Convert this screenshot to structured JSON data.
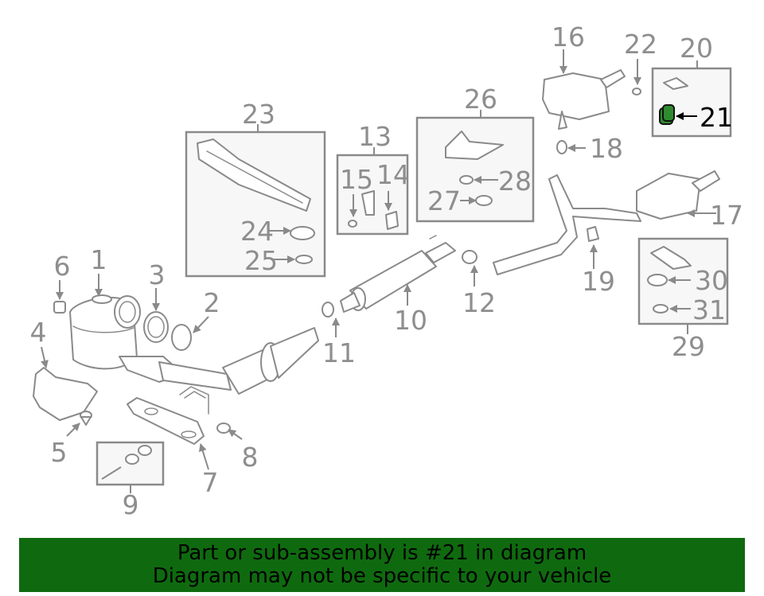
{
  "diagram": {
    "highlight_color": "#2e8b2e",
    "part_numbers": {
      "p1": "1",
      "p2": "2",
      "p3": "3",
      "p4": "4",
      "p5": "5",
      "p6": "6",
      "p7": "7",
      "p8": "8",
      "p9": "9",
      "p10": "10",
      "p11": "11",
      "p12": "12",
      "p13": "13",
      "p14": "14",
      "p15": "15",
      "p16": "16",
      "p17": "17",
      "p18": "18",
      "p19": "19",
      "p20": "20",
      "p21": "21",
      "p22": "22",
      "p23": "23",
      "p24": "24",
      "p25": "25",
      "p26": "26",
      "p27": "27",
      "p28": "28",
      "p29": "29",
      "p30": "30",
      "p31": "31"
    },
    "highlighted_part": "21"
  },
  "banner": {
    "line1": "Part or sub-assembly is #21 in diagram",
    "line2": "Diagram may not be specific to your vehicle",
    "background": "#0f6a0f"
  }
}
